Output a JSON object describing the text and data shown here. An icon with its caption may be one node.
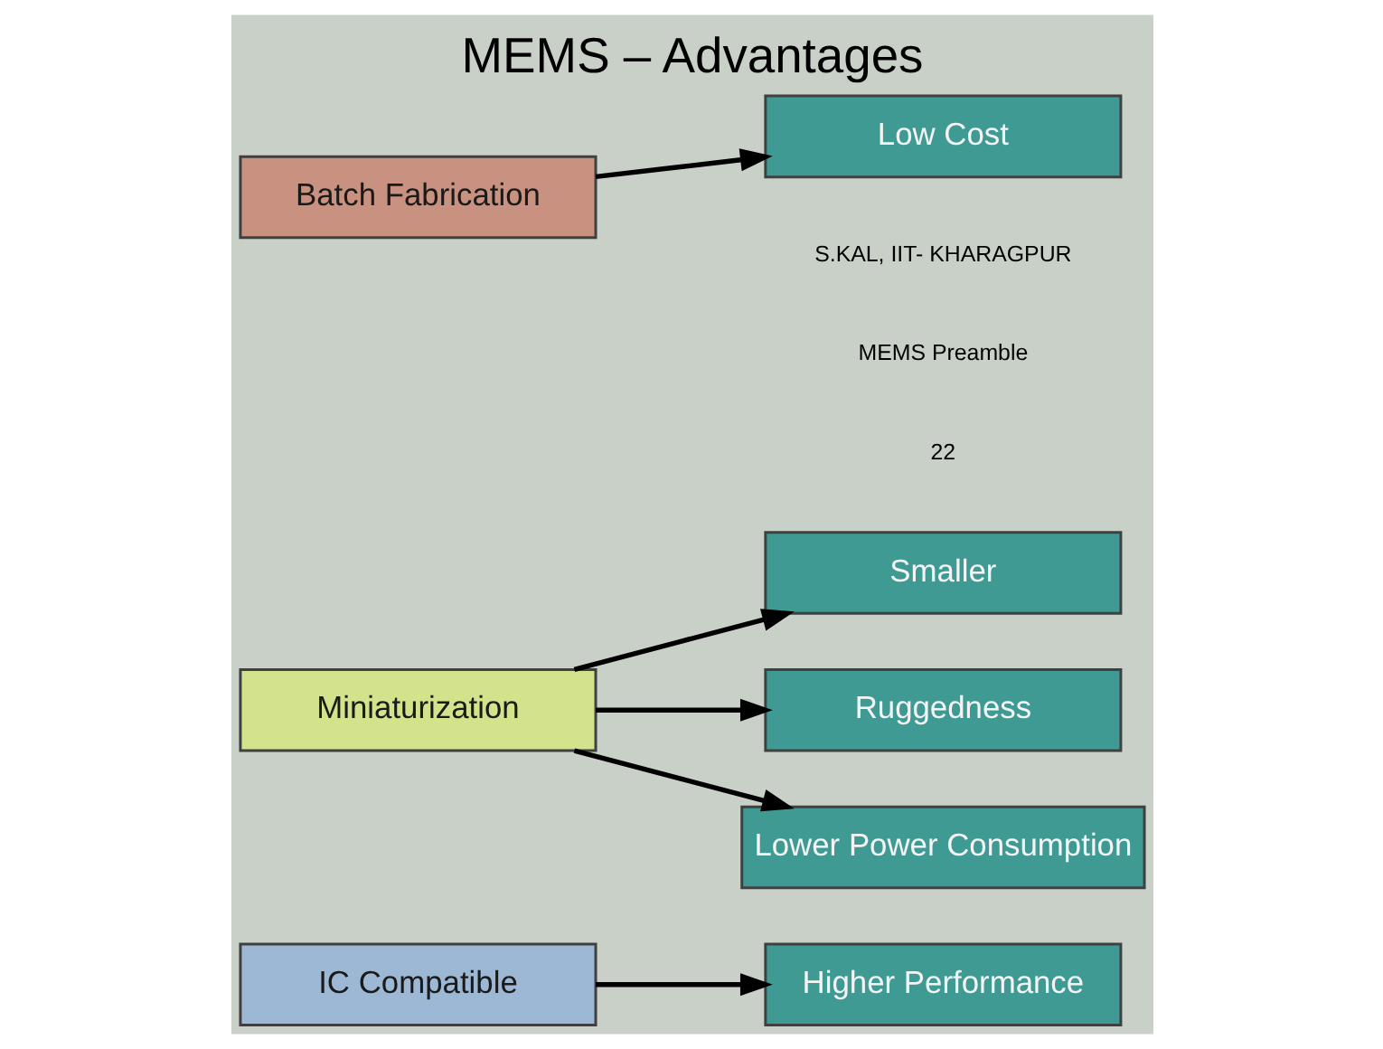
{
  "diagram": {
    "title": "MEMS – Advantages",
    "nodes": [
      {
        "text": [
          "IC Compatible"
        ]
      },
      {
        "text": [
          "Higher Performance"
        ]
      },
      {
        "text": [
          "Miniaturization"
        ]
      },
      {
        "text": [
          "Smaller"
        ]
      },
      {
        "text": [
          "Ruggedness"
        ]
      },
      {
        "text": [
          "Lower Power Consumption"
        ]
      },
      {
        "text": [
          "Batch Fabrication"
        ]
      },
      {
        "text": [
          "Low Cost"
        ]
      }
    ],
    "edges": [
      {
        "from": 0,
        "to": 1,
        "arrow": "to"
      },
      {
        "from": 2,
        "to": 3,
        "arrow": "to"
      },
      {
        "from": 2,
        "to": 4,
        "arrow": "to"
      },
      {
        "from": 2,
        "to": 5,
        "arrow": "to"
      },
      {
        "from": 6,
        "to": 7,
        "arrow": "to"
      }
    ],
    "labels": [
      "S.KAL, IIT- KHARAGPUR",
      "MEMS Preamble",
      "22"
    ]
  }
}
